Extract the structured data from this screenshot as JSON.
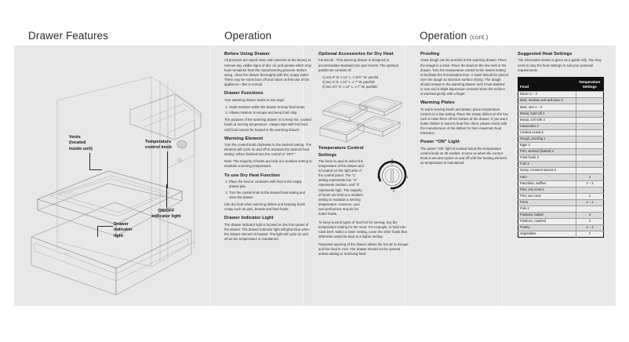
{
  "headings": {
    "left": "Drawer Features",
    "middle": "Operation",
    "right": "Operation",
    "right_suffix": "(cont.)"
  },
  "diagram": {
    "callouts": {
      "vents": "Vents\n(located\ninside unit)",
      "vents_line1": "Vents",
      "vents_line2": "(located",
      "vents_line3": "inside unit)",
      "knob_line1": "Temperature",
      "knob_line2": "control knob",
      "onoff_line1": "ON/OFF",
      "onoff_line2": "indicator light",
      "drawer_line1": "Drawer",
      "drawer_line2": "indicator",
      "drawer_line3": "light"
    }
  },
  "column_operation": [
    {
      "title": "Before Using Drawer",
      "paragraphs": [
        "All products are wiped clean with solvents at the factory to remove any visible signs of dirt, oil, and grease which may have remained from the manufacturing process. Before using, clean the drawer thoroughly with hot, soapy water. There may be some burn off and odors on first use of the appliance—this is normal."
      ]
    },
    {
      "title": "Drawer Functions",
      "paragraphs": [
        "Your warming drawer works in two ways:"
      ],
      "list": [
        "Seals moisture within the drawer to keep food moist.",
        "Allows moisture to escape and keep food crisp."
      ],
      "after": [
        "The purpose of the warming drawer is to keep hot, cooked foods at serving temperature. Always start with hot food; cold food cannot be heated in the warming drawer."
      ]
    },
    {
      "title": "Warming Element",
      "paragraphs": [
        "Turn the control knob clockwise to the desired setting. The element will cycle on and off to maintain the desired heat setting. When finished turn the control to “OFF.”"
      ],
      "note": "Note: The majority of foods are held at a medium setting to maintain a serving temperature."
    },
    {
      "title": "To use Dry Heat Function",
      "list": [
        "Place the food or cookware with food in the empty drawer pan.",
        "Turn the control knob to the desired heat setting and close the drawer."
      ],
      "after": [
        "Use dry heat when warming dishes and keeping foods crispy such as pies, breads and fried foods."
      ]
    },
    {
      "title": "Drawer Indicator Light",
      "paragraphs": [
        "The drawer indicator light is located on the front panel of the drawer. The drawer indicator light will glow blue when the drawer element is heated. The light will cycle on and off as the temperature is maintained."
      ]
    }
  ],
  "column_accessories": {
    "title": "Optional Accessories for Dry Heat",
    "paragraphs": [
      "Pans/Lids - This warming drawer is designed to accommodate standard size pan inserts. The optional pan/lid set consists of:"
    ],
    "list": [
      "1) one 6″ D. x 12″ L. x 10½″ W. pan/lid",
      "2) two 4″ D. x 12″ L. x 7″ W. pan/lids",
      "3) two 2½″ D. x 12″ L. x 7″ W. pan/lids"
    ]
  },
  "column_tempcontrol": {
    "title_line1": "Temperature Control",
    "title_line2": "Settings",
    "paragraphs": [
      "The knob is used to select the temperature of the drawer and is located on the right side of the control panel. The “1” setting represents low, “2” represents medium, and “3” represents high. The majority of foods are held at a medium setting to maintain a serving temperature. However, your own preference may be for hotter foods.",
      "To keep several types of food hot for serving, key the temperature setting for the meat. For example, to hold rare roast beef, select a lower setting, cover the other foods that otherwise would be kept at a higher setting.",
      "Repeated opening of the drawer allows the hot air to escape and the food to cool. The drawer should not be opened unless adding or removing food."
    ],
    "dial_labels": {
      "off_top": "0",
      "off_word": "off",
      "one": "1",
      "two": "2",
      "three": "3"
    }
  },
  "column_proofing": [
    {
      "title": "Proofing",
      "paragraphs": [
        "Yeast dough can be proofed in the warming drawer. Place the dough in a bowl. Place the bowl on the low rack in the drawer. Turn the temperature control to the lowest setting to facilitate the fermentation time. A towel should be placed over the dough to minimize surface drying. The dough should remain in the warming drawer until it has doubled in size and a slight depression remains when the surface is touched gently with a finger."
      ]
    },
    {
      "title": "Warming Plates",
      "paragraphs": [
        "To warm serving bowls and plates, place temperature control on a low setting. Place the empty dishes on the low rack to raise them off the bottom of the drawer. If you want hotter dishes or want to heat fine china, please check with the manufacturer of the dishes for their maximum heat tolerance."
      ]
    },
    {
      "title": "Power “ON” Light",
      "paragraphs": [
        "The power “ON” light is located below the temperature control knob on 30 models. It turns on when the control knob is set and cycles on and off with the heating element as temperature is maintained."
      ]
    }
  ],
  "column_heat_settings": {
    "title": "Suggested Heat Settings",
    "intro": "The information below is given as a guide only. You may need to vary the heat settings to suit your personal requirements.",
    "table": {
      "headers": [
        "Food",
        "Temperature Settings"
      ],
      "header_temp_line1": "Temperature",
      "header_temp_line2": "Settings",
      "rows": [
        [
          "Bacon 2 – 3",
          ""
        ],
        [
          "Beef, medium and well done 2",
          ""
        ],
        [
          "Beef, rare 1 – 2",
          ""
        ],
        [
          "Bread, hard roll 2",
          ""
        ],
        [
          "Bread, soft rolls 2",
          ""
        ],
        [
          "Casseroles 2",
          ""
        ],
        [
          "Cooked cereal 2",
          ""
        ],
        [
          "Dough, proofing 1",
          ""
        ],
        [
          "Eggs 2",
          ""
        ],
        [
          "Fish, seafood (baked) 2",
          ""
        ],
        [
          "Fried foods 3",
          ""
        ],
        [
          "Fruit 2",
          ""
        ],
        [
          "Gravy, creamed sauces 2",
          ""
        ],
        [
          "Ham",
          "2"
        ],
        [
          "Pancakes, waffles",
          "2 – 3"
        ],
        [
          "Pies, one crust 2",
          ""
        ],
        [
          "Pies, two crust",
          "2"
        ],
        [
          "Pizza",
          "2 – 3"
        ],
        [
          "Pork 2",
          ""
        ],
        [
          "Potatoes, baked",
          "3"
        ],
        [
          "Potatoes, mashed",
          "2"
        ],
        [
          "Poultry",
          "2 – 3"
        ],
        [
          "Vegetables",
          "2"
        ]
      ]
    }
  }
}
